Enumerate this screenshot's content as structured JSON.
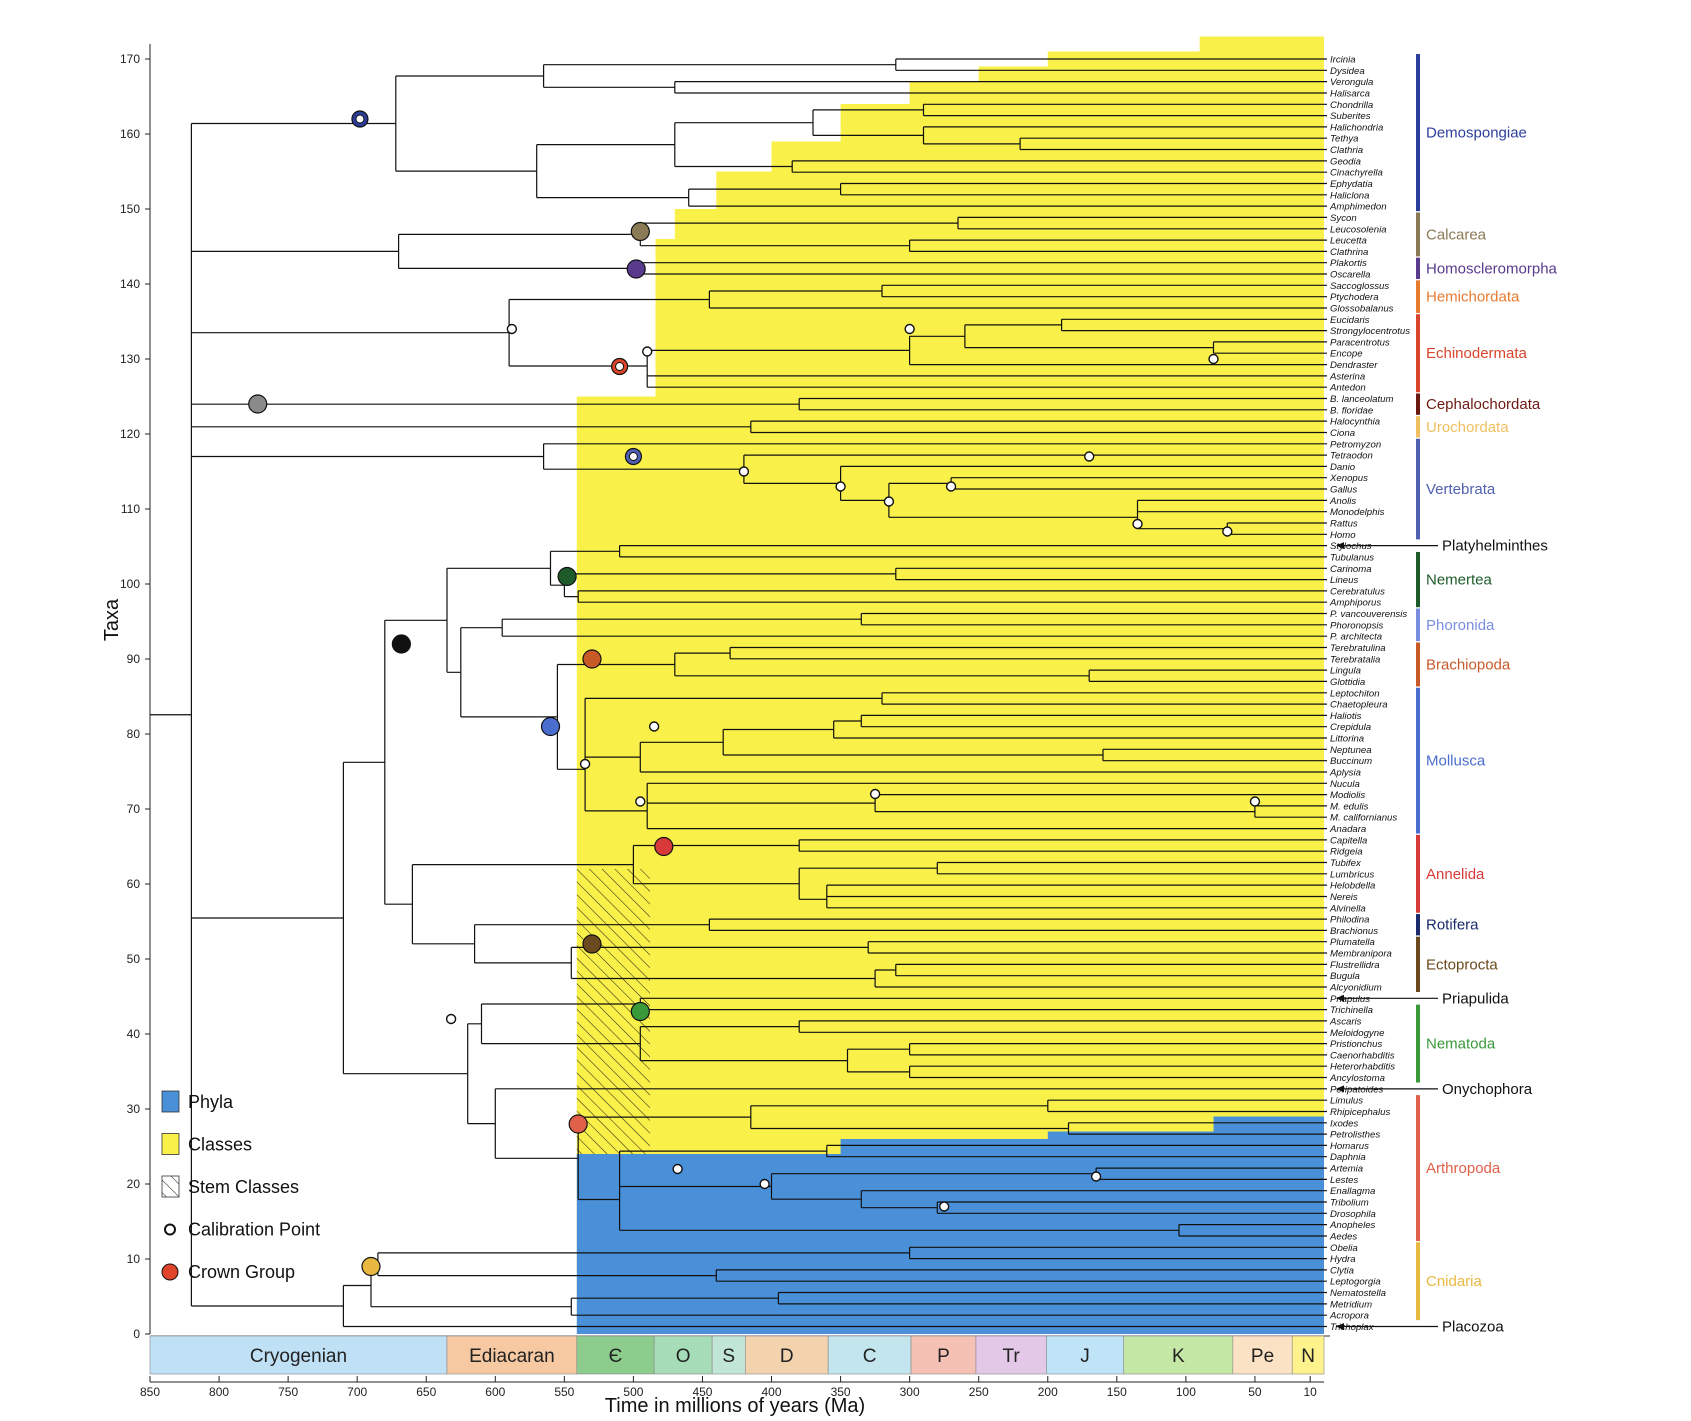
{
  "chart_data": {
    "type": "phylogenetic-tree",
    "xlabel": "Time in millions of years (Ma)",
    "ylabel": "Taxa",
    "x_ticks": [
      850,
      800,
      750,
      700,
      650,
      600,
      550,
      500,
      450,
      400,
      350,
      300,
      250,
      200,
      150,
      100,
      50,
      10
    ],
    "y_ticks": [
      0,
      10,
      20,
      30,
      40,
      50,
      60,
      70,
      80,
      90,
      100,
      110,
      120,
      130,
      140,
      150,
      160,
      170
    ],
    "xlim": [
      850,
      0
    ],
    "ylim": [
      0,
      172
    ],
    "periods": [
      {
        "label": "Cryogenian",
        "start": 850,
        "end": 635,
        "color": "#bfe0f5"
      },
      {
        "label": "Ediacaran",
        "start": 635,
        "end": 541,
        "color": "#f7c9a3"
      },
      {
        "label": "Є",
        "start": 541,
        "end": 485,
        "color": "#8ccc8c"
      },
      {
        "label": "O",
        "start": 485,
        "end": 443,
        "color": "#a6dcb8"
      },
      {
        "label": "S",
        "start": 443,
        "end": 419,
        "color": "#c2e6d6"
      },
      {
        "label": "D",
        "start": 419,
        "end": 359,
        "color": "#f2d3ae"
      },
      {
        "label": "C",
        "start": 359,
        "end": 299,
        "color": "#c3e5ee"
      },
      {
        "label": "P",
        "start": 299,
        "end": 252,
        "color": "#f5c1b4"
      },
      {
        "label": "Tr",
        "start": 252,
        "end": 201,
        "color": "#e3c8e8"
      },
      {
        "label": "J",
        "start": 201,
        "end": 145,
        "color": "#bfe3f7"
      },
      {
        "label": "K",
        "start": 145,
        "end": 66,
        "color": "#c6e8a6"
      },
      {
        "label": "Pe",
        "start": 66,
        "end": 23,
        "color": "#fbe2c4"
      },
      {
        "label": "N",
        "start": 23,
        "end": 0,
        "color": "#fdf28c"
      }
    ],
    "legend": [
      {
        "label": "Phyla",
        "kind": "blue-square",
        "color": "#4a90d9"
      },
      {
        "label": "Classes",
        "kind": "yellow-square",
        "color": "#f9f04a"
      },
      {
        "label": "Stem Classes",
        "kind": "hatched-square"
      },
      {
        "label": "Calibration Point",
        "kind": "open-circle"
      },
      {
        "label": "Crown Group",
        "kind": "red-circle",
        "color": "#e0452b"
      }
    ],
    "taxa": [
      "Ircinia",
      "Dysidea",
      "Verongula",
      "Halisarca",
      "Chondrilla",
      "Suberites",
      "Halichondria",
      "Tethya",
      "Clathria",
      "Geodia",
      "Cinachyrella",
      "Ephydatia",
      "Haliclona",
      "Amphimedon",
      "Sycon",
      "Leucosolenia",
      "Leucetta",
      "Clathrina",
      "Plakortis",
      "Oscarella",
      "Saccoglossus",
      "Ptychodera",
      "Glossobalanus",
      "Eucidaris",
      "Strongylocentrotus",
      "Paracentrotus",
      "Encope",
      "Dendraster",
      "Asterina",
      "Antedon",
      "B. lanceolatum",
      "B. floridae",
      "Halocynthia",
      "Ciona",
      "Petromyzon",
      "Tetraodon",
      "Danio",
      "Xenopus",
      "Gallus",
      "Anolis",
      "Monodelphis",
      "Rattus",
      "Homo",
      "Stylochus",
      "Tubulanus",
      "Carinoma",
      "Lineus",
      "Cerebratulus",
      "Amphiporus",
      "P. vancouverensis",
      "Phoronopsis",
      "P. architecta",
      "Terebratulina",
      "Terebratalia",
      "Lingula",
      "Glottidia",
      "Leptochiton",
      "Chaetopleura",
      "Haliotis",
      "Crepidula",
      "Littorina",
      "Neptunea",
      "Buccinum",
      "Aplysia",
      "Nucula",
      "Modiolis",
      "M. edulis",
      "M. californianus",
      "Anadara",
      "Capitella",
      "Ridgeia",
      "Tubifex",
      "Lumbricus",
      "Helobdella",
      "Nereis",
      "Alvinella",
      "Philodina",
      "Brachionus",
      "Plumatella",
      "Membranipora",
      "Flustrellidra",
      "Bugula",
      "Alcyonidium",
      "Priapulus",
      "Trichinella",
      "Ascaris",
      "Meloidogyne",
      "Pristionchus",
      "Caenorhabditis",
      "Heterorhabditis",
      "Ancylostoma",
      "Peripatoides",
      "Limulus",
      "Rhipicephalus",
      "Ixodes",
      "Petrolisthes",
      "Homarus",
      "Daphnia",
      "Artemia",
      "Lestes",
      "Enallagma",
      "Tribolium",
      "Drosophila",
      "Anopheles",
      "Aedes",
      "Obelia",
      "Hydra",
      "Clytia",
      "Leptogorgia",
      "Nematostella",
      "Metridium",
      "Acropora",
      "Trichoplax"
    ],
    "groups": [
      {
        "name": "Demospongiae",
        "from": "Ircinia",
        "to": "Amphimedon",
        "color": "#2c3e9c"
      },
      {
        "name": "Calcarea",
        "from": "Sycon",
        "to": "Clathrina",
        "color": "#8a7a55"
      },
      {
        "name": "Homoscleromorpha",
        "from": "Plakortis",
        "to": "Oscarella",
        "color": "#5a3a8c"
      },
      {
        "name": "Hemichordata",
        "from": "Saccoglossus",
        "to": "Glossobalanus",
        "color": "#e87a30"
      },
      {
        "name": "Echinodermata",
        "from": "Eucidaris",
        "to": "Antedon",
        "color": "#d9442b"
      },
      {
        "name": "Cephalochordata",
        "from": "B. lanceolatum",
        "to": "B. floridae",
        "color": "#6a1a10"
      },
      {
        "name": "Urochordata",
        "from": "Halocynthia",
        "to": "Ciona",
        "color": "#f0c060"
      },
      {
        "name": "Vertebrata",
        "from": "Petromyzon",
        "to": "Homo",
        "color": "#5060b0"
      },
      {
        "name": "Platyhelminthes",
        "from": "Stylochus",
        "to": "Stylochus",
        "color": "#111111"
      },
      {
        "name": "Nemertea",
        "from": "Tubulanus",
        "to": "Amphiporus",
        "color": "#1e5a2a"
      },
      {
        "name": "Phoronida",
        "from": "P. vancouverensis",
        "to": "P. architecta",
        "color": "#7a8ee0"
      },
      {
        "name": "Brachiopoda",
        "from": "Terebratulina",
        "to": "Glottidia",
        "color": "#c85a28"
      },
      {
        "name": "Mollusca",
        "from": "Leptochiton",
        "to": "Anadara",
        "color": "#4a6ed0"
      },
      {
        "name": "Annelida",
        "from": "Capitella",
        "to": "Alvinella",
        "color": "#d83a3a"
      },
      {
        "name": "Rotifera",
        "from": "Philodina",
        "to": "Brachionus",
        "color": "#1a2a6a"
      },
      {
        "name": "Ectoprocta",
        "from": "Plumatella",
        "to": "Alcyonidium",
        "color": "#6a4a1e"
      },
      {
        "name": "Priapulida",
        "from": "Priapulus",
        "to": "Priapulus",
        "color": "#111111"
      },
      {
        "name": "Nematoda",
        "from": "Trichinella",
        "to": "Ancylostoma",
        "color": "#3a9a3a"
      },
      {
        "name": "Onychophora",
        "from": "Peripatoides",
        "to": "Peripatoides",
        "color": "#111111"
      },
      {
        "name": "Arthropoda",
        "from": "Limulus",
        "to": "Aedes",
        "color": "#e0604a"
      },
      {
        "name": "Cnidaria",
        "from": "Obelia",
        "to": "Acropora",
        "color": "#e8b840"
      },
      {
        "name": "Placozoa",
        "from": "Trichoplax",
        "to": "Trichoplax",
        "color": "#111111"
      }
    ],
    "tree_newick": "(((((Ircinia:310,Dysidea:310):135,(Verongula:470,Halisarca:470):95):107,((((Chondrilla:290,Suberites:290):80,(Halichondria:290,(Tethya:220,Clathria:220):70):80):100,(Geodia:385,Cinachyrella:385):85):100,((Ephydatia:350,Haliclona:350):110,Amphimedon:460):110):60):95,((((Sycon:265,Leucosolenia:265):230,(Leucetta:300,Clathrina:300):195):175,(Plakortis:500,Oscarella:500):170):100,((((((Saccoglossus:320,Ptychodera:320):125,Glossobalanus:445):145,((((Eucidaris:190,Strongylocentrotus:190):70,(Paracentrotus:80,Encope:80):180):40,Dendraster:300):190,(Asterina:490,Antedon:490):0):20):70,((B. lanceolatum:380,B. floridae:380):140,(((Halocynthia:415,Ciona:415):135,((Petromyzon:170,(Tetraodon:270,(Danio:345,((Xenopus:270,Gallus:270):45,((Anolis:135,Monodelphis:135):,(Rattus:70,Homo:70):65):180):35):70):145):330):85):100):25,(((((Stylochus:510,Tubulanus:510):50,((Carinoma:310,Lineus:310):240,(Cerebratulus:540,Amphiporus:540):10):10):25,(((P. vancouverensis:335,Phoronopsis:335):260,P. architecta:595):30,(((Terebratulina:430,Terebratalia:430):40,(Lingula:170,Glottidia:170):300):60,(((Leptochiton:320,Chaetopleura:320):165,((((Haliotis:335,Crepidula:335):20,Littorina:355):80,(Neptunea:160,Buccinum:160):275):60,Aplysia:495):40),((Nucula:490,(Modiolis:325,(M. edulis:50,M. californianus:50):275):165):0,Anadara:490):40):20):10):10):40,(((Capitella:380,Ridgeia:380):100,((Tubifex:280,Lumbricus:280):75,((Helobdella:360,Nereis:360):0,Alvinella:360):20):120):160,((Philodina:445,Brachionus:445):170,((Plumatella:330,Membranipora:330):215,((Flustrellidra:310,Bugula:310):15,Alcyonidium:325):220):70):25):20):30,(((Priapulus:495,Trichinella:495):110,(((Ascaris:380,Meloidogyne:380):115,((Pristionchus:300,Caenorhabditis:300):45,(Heterorhabditis:300,Ancylostoma:300):45):150):115)),(Peripatoides:540,(((Limulus:200,Rhipicephalus:200):215,(Ixodes:185,Petrolisthes:185):230):125,(((Homarus:360,Daphnia:360):150,(((Artemia:165,Lestes:165):235,(Enallagma:335,(Tribolium:280,Drosophila:280):55):65):65)),(Anopheles:105,Aedes:105):355)):60):20):10):30):15):20):25):20):50,((((Obelia:300,Hydra:300):140,(Clytia:440,Leptogorgia:440):245):5,((Nematostella:395,Metridium:395):150,Acropora:545):140):20,Trichoplax:710):60):40)",
    "node_markers": [
      {
        "age": 698,
        "y": 162,
        "kind": "calibration-ring",
        "color": "#2c3e9c"
      },
      {
        "age": 772,
        "y": 124,
        "kind": "crown",
        "color": "#8a8a8a"
      },
      {
        "age": 495,
        "y": 147,
        "kind": "crown",
        "color": "#8a7a55"
      },
      {
        "age": 498,
        "y": 142,
        "kind": "crown",
        "color": "#5a3a8c"
      },
      {
        "age": 588,
        "y": 134,
        "kind": "calibration"
      },
      {
        "age": 510,
        "y": 129,
        "kind": "calibration-ring",
        "color": "#d9442b"
      },
      {
        "age": 490,
        "y": 131,
        "kind": "calibration"
      },
      {
        "age": 300,
        "y": 134,
        "kind": "calibration"
      },
      {
        "age": 80,
        "y": 130,
        "kind": "calibration"
      },
      {
        "age": 500,
        "y": 117,
        "kind": "calibration-ring",
        "color": "#5060b0"
      },
      {
        "age": 420,
        "y": 115,
        "kind": "calibration"
      },
      {
        "age": 170,
        "y": 117,
        "kind": "calibration"
      },
      {
        "age": 350,
        "y": 113,
        "kind": "calibration"
      },
      {
        "age": 315,
        "y": 111,
        "kind": "calibration"
      },
      {
        "age": 270,
        "y": 113,
        "kind": "calibration"
      },
      {
        "age": 135,
        "y": 108,
        "kind": "calibration"
      },
      {
        "age": 70,
        "y": 107,
        "kind": "calibration"
      },
      {
        "age": 668,
        "y": 92,
        "kind": "crown",
        "color": "#111111"
      },
      {
        "age": 548,
        "y": 101,
        "kind": "crown",
        "color": "#1e5a2a"
      },
      {
        "age": 530,
        "y": 90,
        "kind": "crown",
        "color": "#c85a28"
      },
      {
        "age": 560,
        "y": 81,
        "kind": "crown",
        "color": "#4a6ed0"
      },
      {
        "age": 535,
        "y": 76,
        "kind": "calibration"
      },
      {
        "age": 485,
        "y": 81,
        "kind": "calibration"
      },
      {
        "age": 325,
        "y": 72,
        "kind": "calibration"
      },
      {
        "age": 495,
        "y": 71,
        "kind": "calibration"
      },
      {
        "age": 50,
        "y": 71,
        "kind": "calibration"
      },
      {
        "age": 478,
        "y": 65,
        "kind": "crown",
        "color": "#d83a3a"
      },
      {
        "age": 530,
        "y": 52,
        "kind": "crown",
        "color": "#6a4a1e"
      },
      {
        "age": 632,
        "y": 42,
        "kind": "calibration"
      },
      {
        "age": 495,
        "y": 43,
        "kind": "crown",
        "color": "#3a9a3a"
      },
      {
        "age": 540,
        "y": 28,
        "kind": "crown",
        "color": "#e0604a"
      },
      {
        "age": 468,
        "y": 22,
        "kind": "calibration"
      },
      {
        "age": 405,
        "y": 20,
        "kind": "calibration"
      },
      {
        "age": 165,
        "y": 21,
        "kind": "calibration"
      },
      {
        "age": 275,
        "y": 17,
        "kind": "calibration"
      },
      {
        "age": 690,
        "y": 9,
        "kind": "crown",
        "color": "#e8b840"
      }
    ]
  }
}
